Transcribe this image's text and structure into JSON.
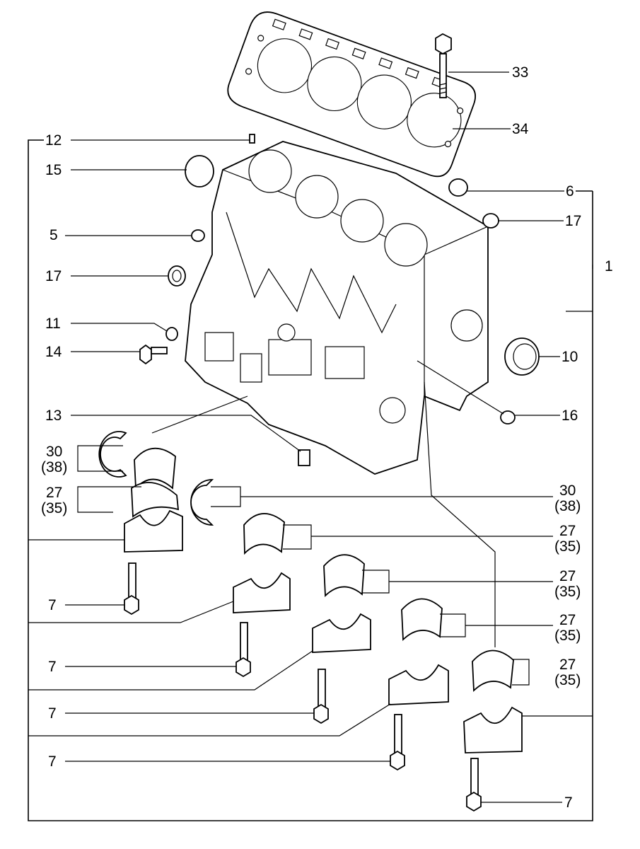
{
  "callouts": {
    "c33": "33",
    "c34": "34",
    "c12": "12",
    "c15": "15",
    "c6": "6",
    "c17a": "17",
    "c5": "5",
    "c1": "1",
    "c17b": "17",
    "c11": "11",
    "c14": "14",
    "c10": "10",
    "c13": "13",
    "c16": "16",
    "c30a": "30",
    "c38a": "(38)",
    "c27a": "27",
    "c35a": "(35)",
    "c30b": "30",
    "c38b": "(38)",
    "c27b": "27",
    "c35b": "(35)",
    "c27c": "27",
    "c35c": "(35)",
    "c27d": "27",
    "c35d": "(35)",
    "c27e": "27",
    "c35e": "(35)",
    "c7a": "7",
    "c7b": "7",
    "c7c": "7",
    "c7d": "7",
    "c7e": "7"
  },
  "colors": {
    "ink": "#000000",
    "paper": "#ffffff"
  }
}
